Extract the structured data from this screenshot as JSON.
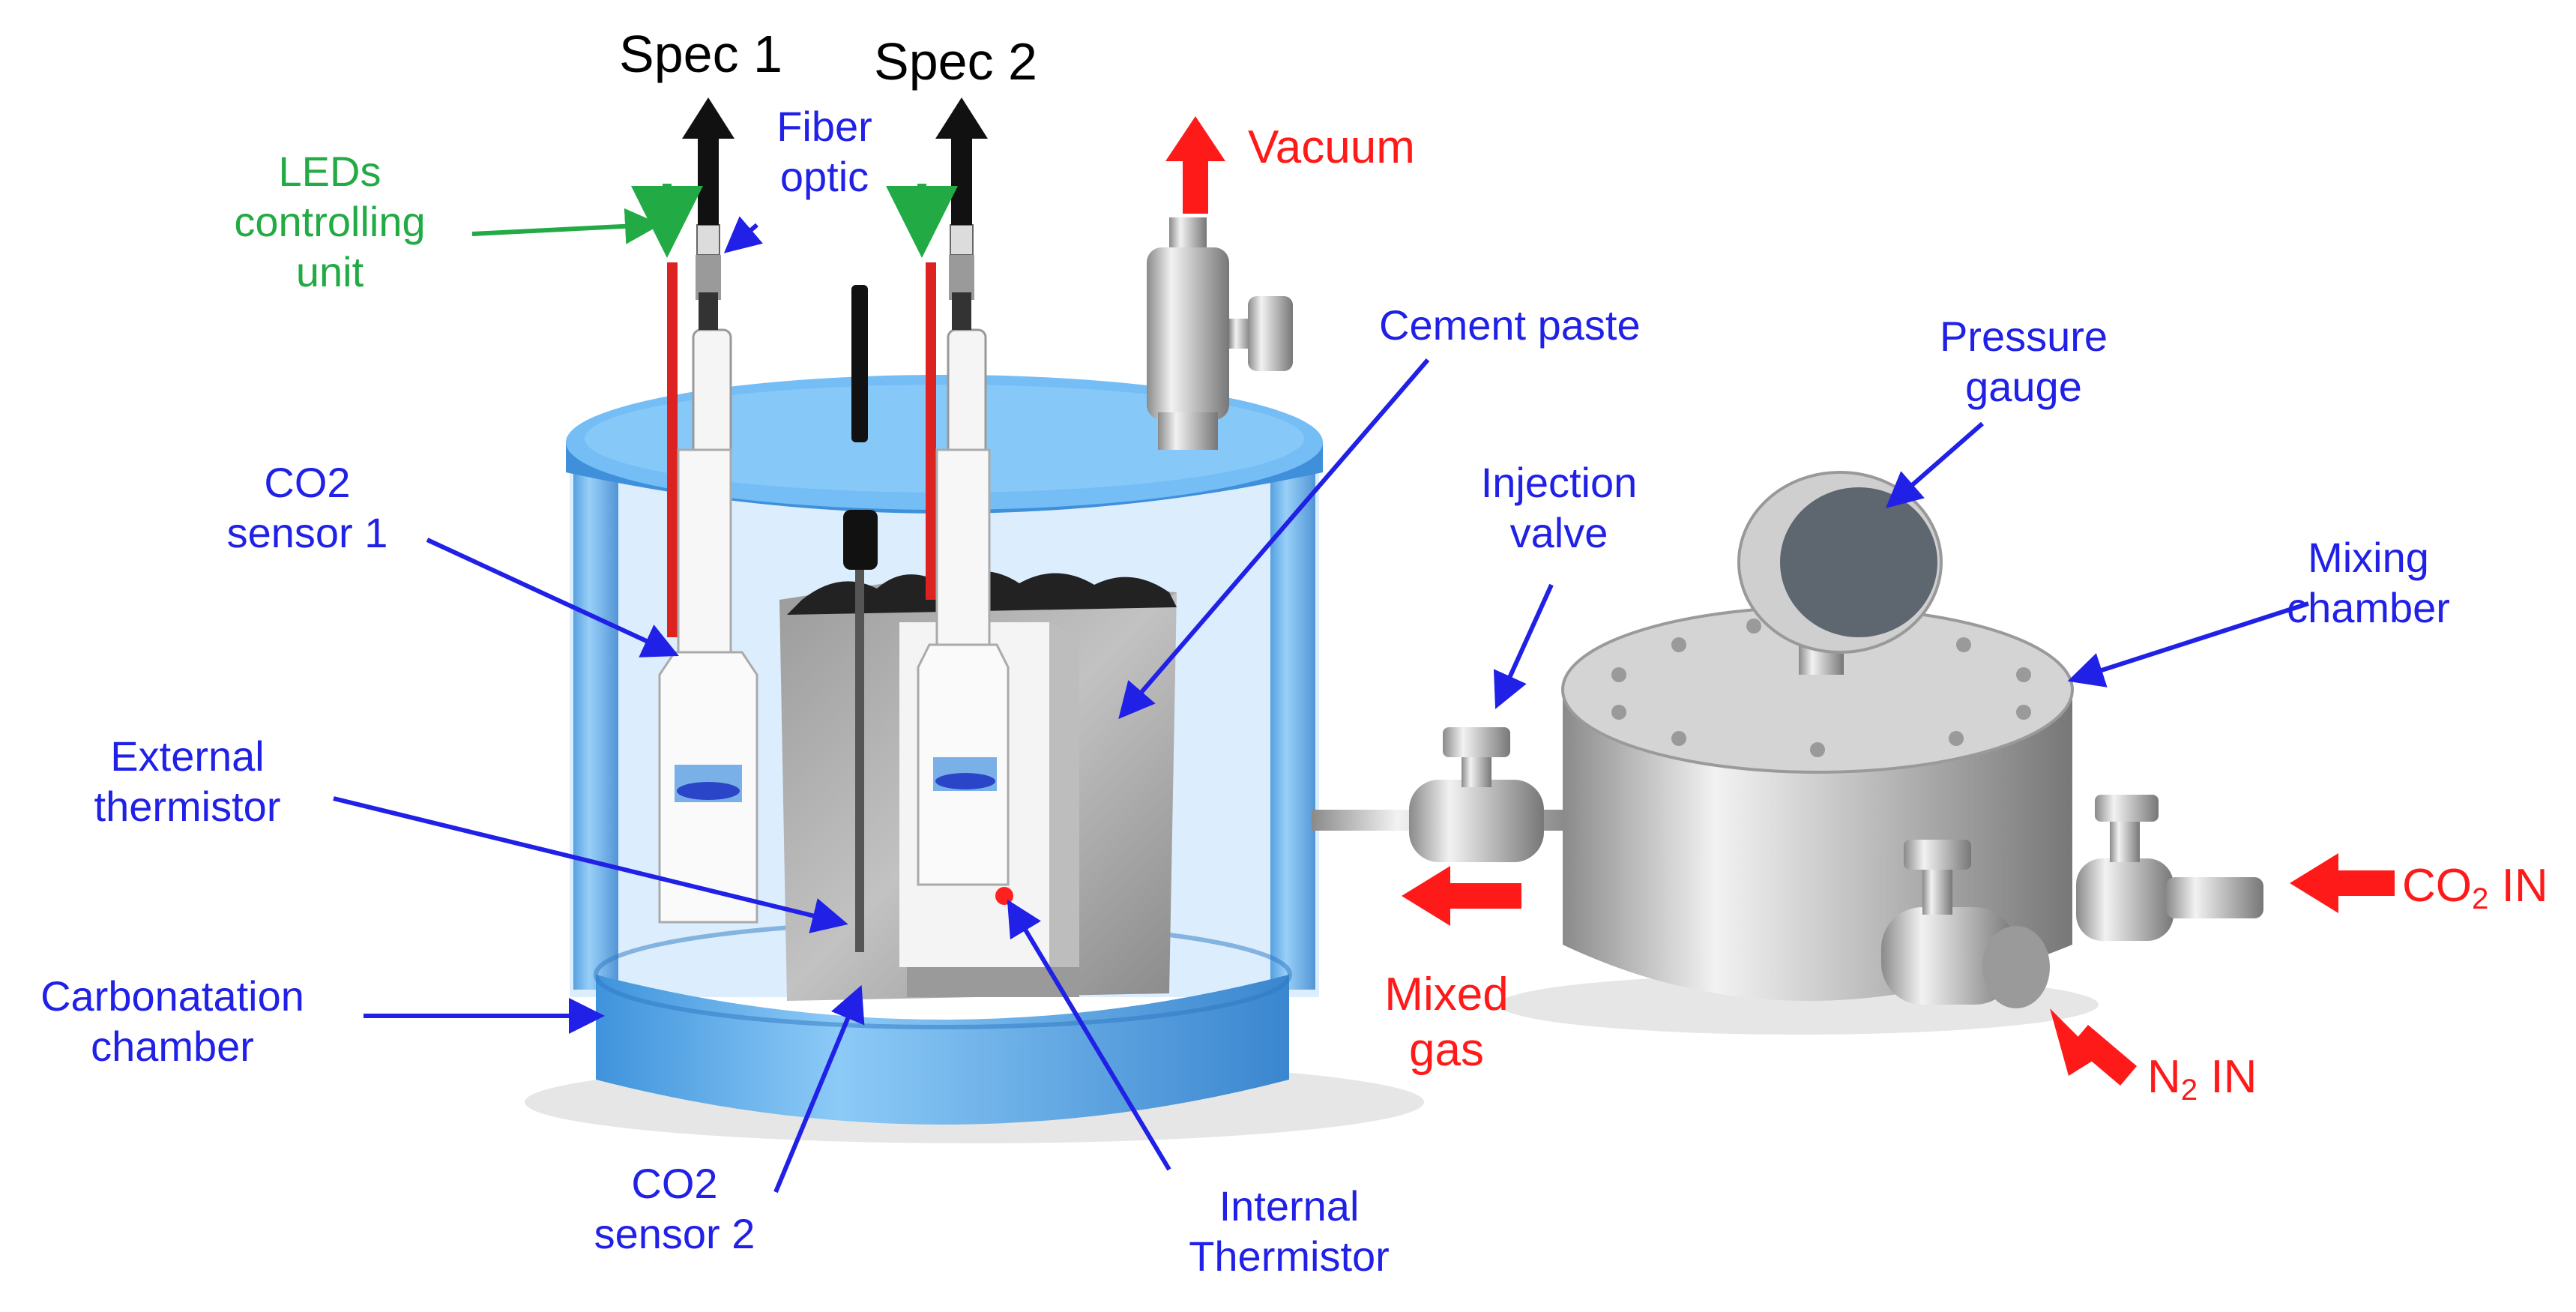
{
  "labels": {
    "spec1": "Spec 1",
    "spec2": "Spec 2",
    "fiber_optic": "Fiber\noptic",
    "leds": "LEDs\ncontrolling\nunit",
    "vacuum": "Vacuum",
    "cement_paste": "Cement paste",
    "pressure_gauge": "Pressure\ngauge",
    "injection_valve": "Injection\nvalve",
    "mixing_chamber": "Mixing\nchamber",
    "co2_sensor_1": "CO2\nsensor 1",
    "external_thermistor": "External\nthermistor",
    "carbonatation_chamber": "Carbonatation\nchamber",
    "co2_sensor_2": "CO2\nsensor 2",
    "internal_thermistor": "Internal\nThermistor",
    "mixed_gas": "Mixed\ngas",
    "co2_in_prefix": "CO",
    "co2_in_sub": "2",
    "co2_in_suffix": " IN",
    "n2_in_prefix": "N",
    "n2_in_sub": "2",
    "n2_in_suffix": " IN"
  },
  "colors": {
    "annotation_blue": "#2020e6",
    "led_green": "#22aa44",
    "gas_red": "#ff1a1a",
    "chamber_blue": "#5aaef0",
    "steel": "#c8c8c8"
  }
}
